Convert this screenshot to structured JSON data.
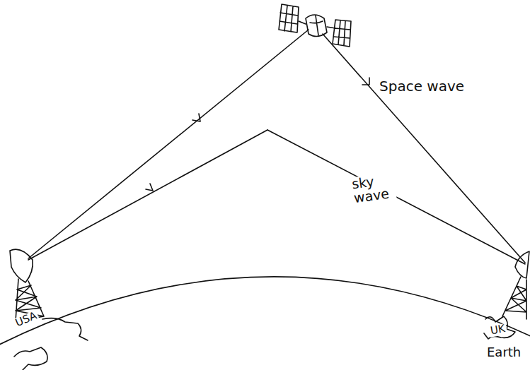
{
  "diagram": {
    "labels": [
      "Space wave",
      "sky wave",
      "USA",
      "UK",
      "Earth"
    ]
  }
}
